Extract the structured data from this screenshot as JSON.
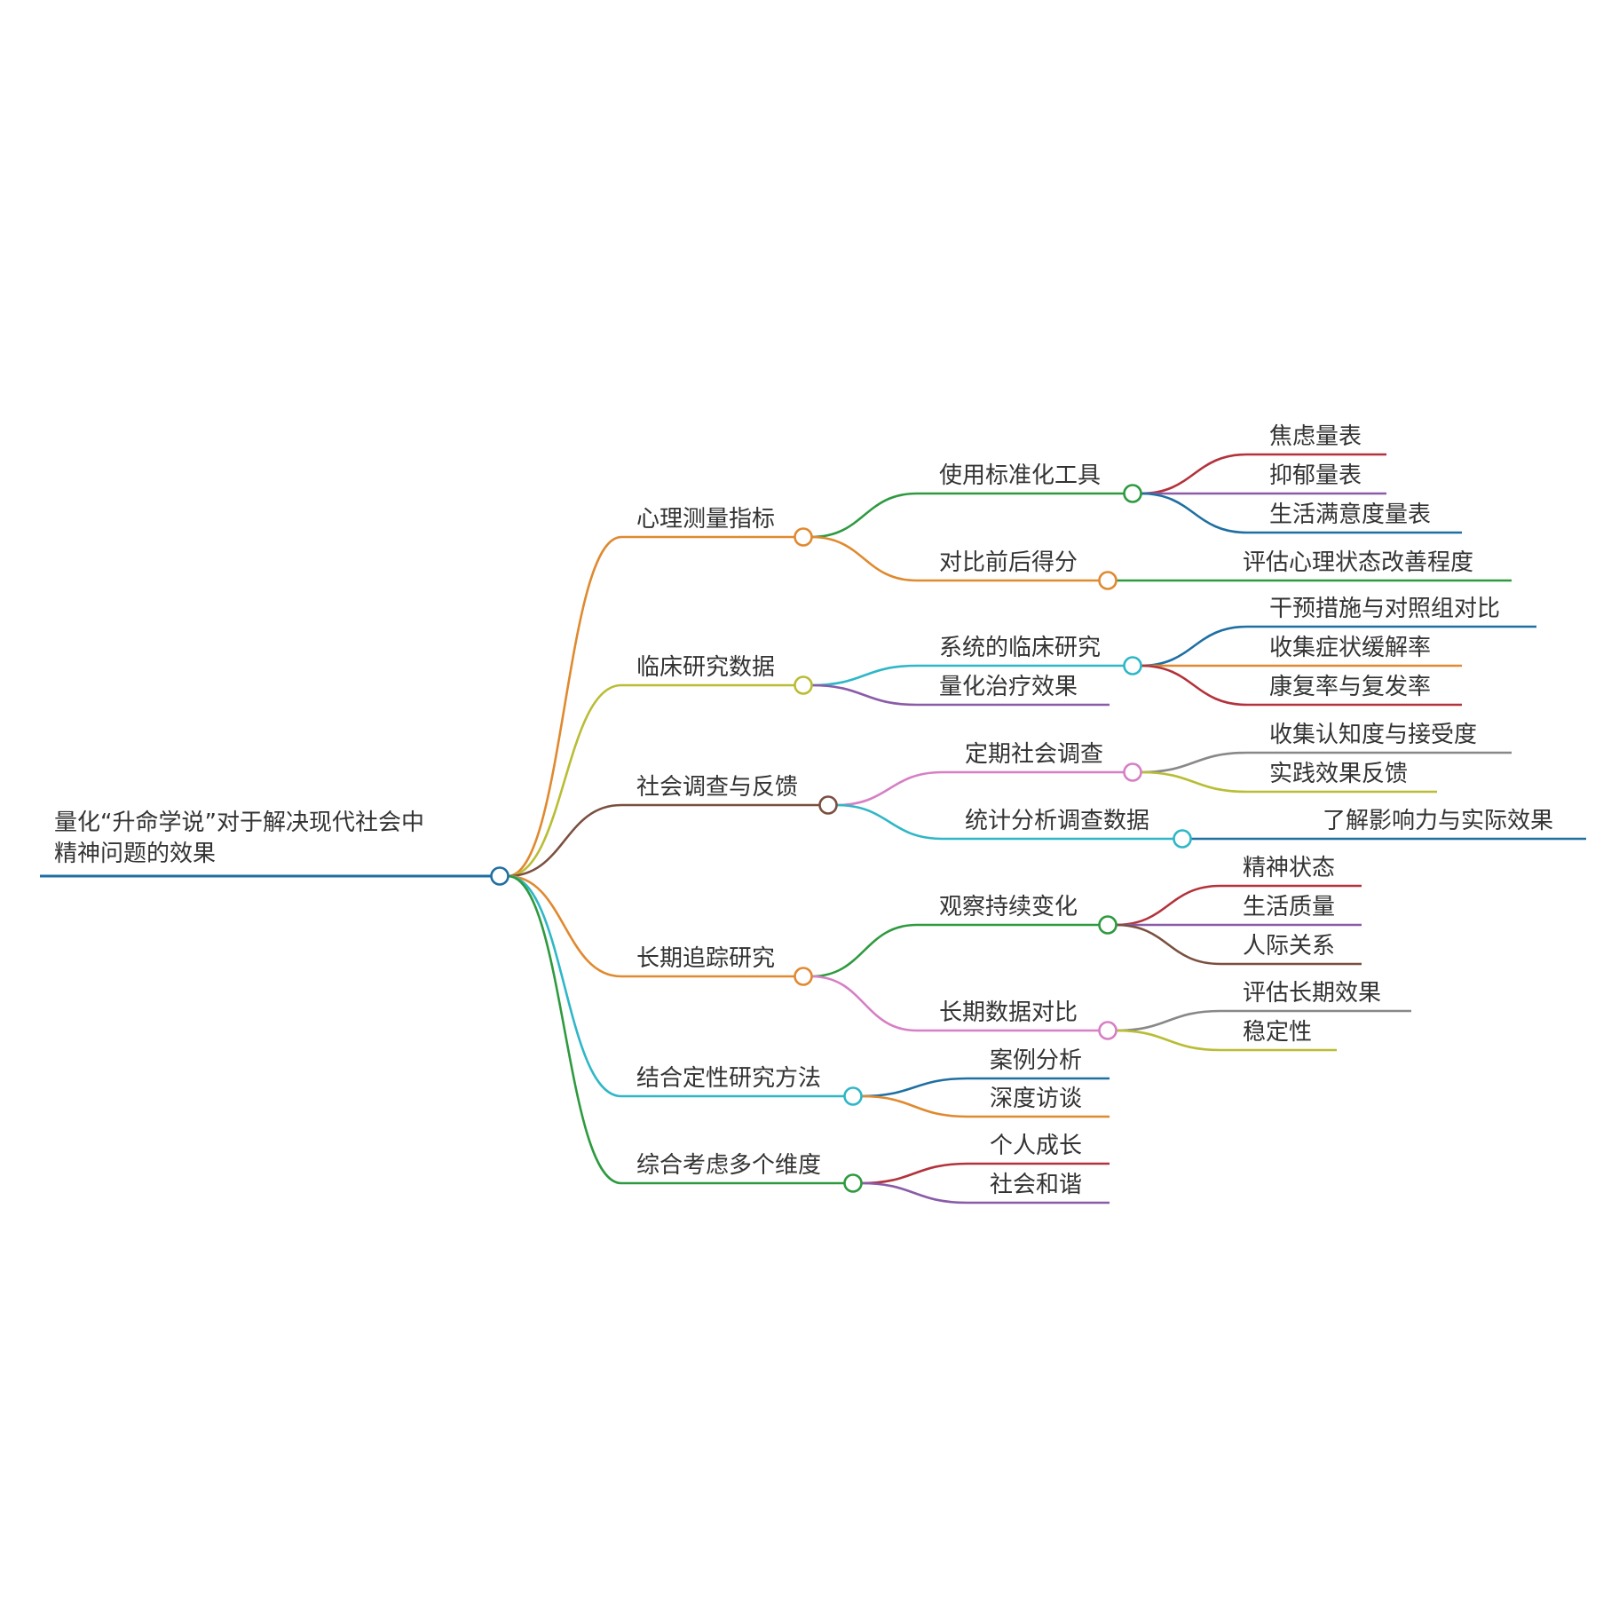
{
  "root": {
    "lines": [
      "量化“升命学说”对于解决现代社会中",
      "精神问题的效果"
    ],
    "color": "#1f6fa3"
  },
  "branches": [
    {
      "label": "心理测量指标",
      "color": "#e0892f",
      "children": [
        {
          "label": "使用标准化工具",
          "color": "#2e9a3f",
          "children": [
            {
              "label": "焦虑量表",
              "color": "#b3323b"
            },
            {
              "label": "抑郁量表",
              "color": "#8a5ca8"
            },
            {
              "label": "生活满意度量表",
              "color": "#1f6fa3"
            }
          ]
        },
        {
          "label": "对比前后得分",
          "color": "#e0892f",
          "children": [
            {
              "label": "评估心理状态改善程度",
              "color": "#2e9a3f"
            }
          ]
        }
      ]
    },
    {
      "label": "临床研究数据",
      "color": "#b9bd34",
      "children": [
        {
          "label": "系统的临床研究",
          "color": "#2fb7c7",
          "children": [
            {
              "label": "干预措施与对照组对比",
              "color": "#1f6fa3"
            },
            {
              "label": "收集症状缓解率",
              "color": "#e0892f"
            },
            {
              "label": "康复率与复发率",
              "color": "#b3323b"
            }
          ]
        },
        {
          "label": "量化治疗效果",
          "color": "#8a5ca8",
          "children": []
        }
      ]
    },
    {
      "label": "社会调查与反馈",
      "color": "#7b4f3f",
      "children": [
        {
          "label": "定期社会调查",
          "color": "#d67fc4",
          "children": [
            {
              "label": "收集认知度与接受度",
              "color": "#888888"
            },
            {
              "label": "实践效果反馈",
              "color": "#b9bd34"
            }
          ]
        },
        {
          "label": "统计分析调查数据",
          "color": "#2fb7c7",
          "children": [
            {
              "label": "了解影响力与实际效果",
              "color": "#1f6fa3"
            }
          ]
        }
      ]
    },
    {
      "label": "长期追踪研究",
      "color": "#e0892f",
      "children": [
        {
          "label": "观察持续变化",
          "color": "#2e9a3f",
          "children": [
            {
              "label": "精神状态",
              "color": "#b3323b"
            },
            {
              "label": "生活质量",
              "color": "#8a5ca8"
            },
            {
              "label": "人际关系",
              "color": "#7b4f3f"
            }
          ]
        },
        {
          "label": "长期数据对比",
          "color": "#d67fc4",
          "children": [
            {
              "label": "评估长期效果",
              "color": "#888888"
            },
            {
              "label": "稳定性",
              "color": "#b9bd34"
            }
          ]
        }
      ]
    },
    {
      "label": "结合定性研究方法",
      "color": "#2fb7c7",
      "children": [
        {
          "label": "案例分析",
          "color": "#1f6fa3",
          "children": []
        },
        {
          "label": "深度访谈",
          "color": "#e0892f",
          "children": []
        }
      ]
    },
    {
      "label": "综合考虑多个维度",
      "color": "#2e9a3f",
      "children": [
        {
          "label": "个人成长",
          "color": "#b3323b",
          "children": []
        },
        {
          "label": "社会和谐",
          "color": "#8a5ca8",
          "children": []
        }
      ]
    }
  ]
}
